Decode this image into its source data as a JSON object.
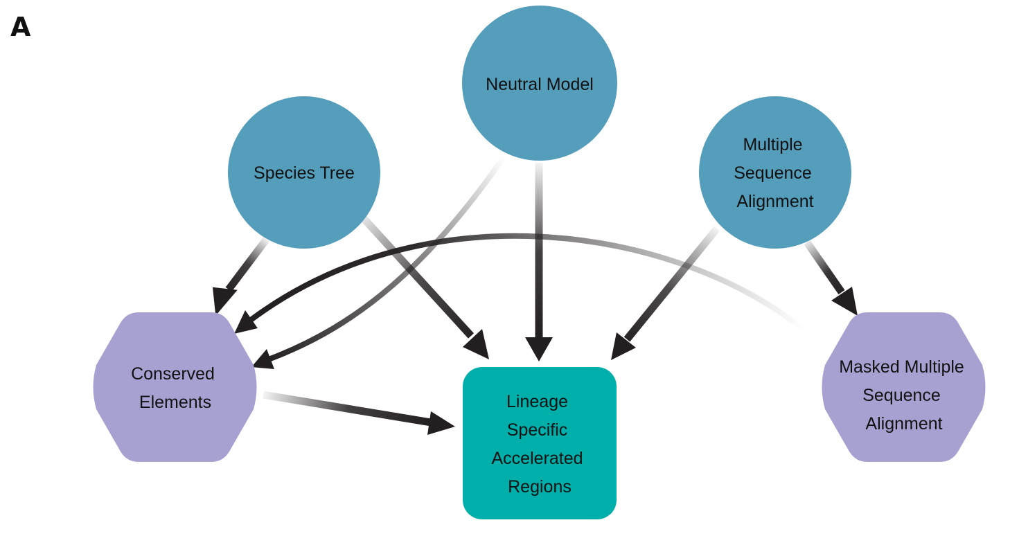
{
  "panel_label": "A",
  "colors": {
    "input_node": "#549dbb",
    "intermediate_node": "#a7a1d2",
    "output_node": "#00aeaa",
    "arrow": "#231f20",
    "text": "#111111"
  },
  "nodes": {
    "neutral_model": {
      "shape": "circle",
      "lines": [
        "Neutral Model"
      ]
    },
    "species_tree": {
      "shape": "circle",
      "lines": [
        "Species Tree"
      ]
    },
    "msa": {
      "shape": "circle",
      "lines": [
        "Multiple",
        "Sequence",
        "Alignment"
      ]
    },
    "conserved_elements": {
      "shape": "hexagon",
      "lines": [
        "Conserved",
        "Elements"
      ]
    },
    "masked_msa": {
      "shape": "hexagon",
      "lines": [
        "Masked Multiple",
        "Sequence",
        "Alignment"
      ]
    },
    "lsar": {
      "shape": "rounded-square",
      "lines": [
        "Lineage",
        "Specific",
        "Accelerated",
        "Regions"
      ]
    }
  },
  "edges": [
    {
      "from": "species_tree",
      "to": "conserved_elements"
    },
    {
      "from": "species_tree",
      "to": "lsar"
    },
    {
      "from": "neutral_model",
      "to": "conserved_elements"
    },
    {
      "from": "neutral_model",
      "to": "lsar"
    },
    {
      "from": "msa",
      "to": "lsar"
    },
    {
      "from": "msa",
      "to": "masked_msa"
    },
    {
      "from": "masked_msa",
      "to": "conserved_elements"
    },
    {
      "from": "conserved_elements",
      "to": "lsar"
    }
  ]
}
